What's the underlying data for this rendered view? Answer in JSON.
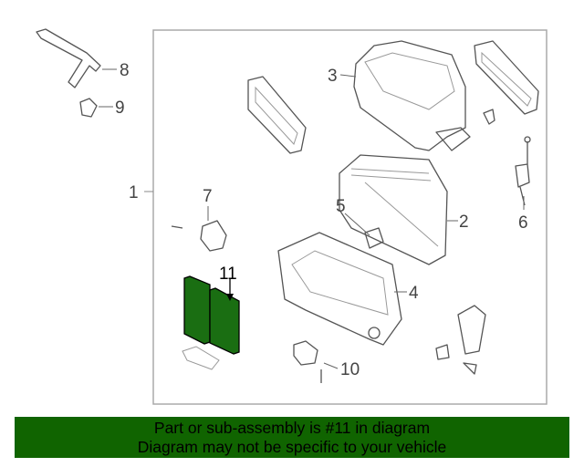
{
  "diagram": {
    "callouts": [
      "1",
      "2",
      "3",
      "4",
      "5",
      "6",
      "7",
      "8",
      "9",
      "10",
      "11"
    ],
    "highlight_part": "11",
    "highlight_color": "#1a6e12"
  },
  "banner": {
    "line1": "Part or sub-assembly is #11 in diagram",
    "line2": "Diagram may not be specific to your vehicle",
    "background": "#106400"
  }
}
